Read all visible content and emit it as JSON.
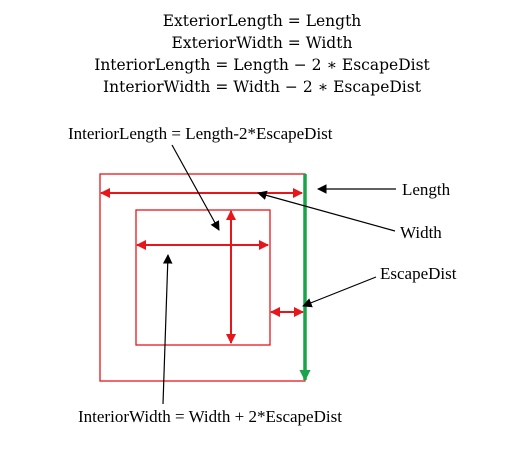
{
  "formulas": [
    "ExteriorLength = Length",
    "ExteriorWidth = Width",
    "InteriorLength = Length − 2 ∗ EscapeDist",
    "InteriorWidth = Width − 2 ∗ EscapeDist"
  ],
  "labels": {
    "interior_length": "InteriorLength = Length-2*EscapeDist",
    "length": "Length",
    "width": "Width",
    "escape_dist": "EscapeDist",
    "interior_width": "InteriorWidth = Width + 2*EscapeDist"
  },
  "colors": {
    "rectangle": "#e8161b",
    "arrow_red": "#e8161b",
    "arrow_green": "#1aa34a",
    "arrow_black": "#000000"
  }
}
